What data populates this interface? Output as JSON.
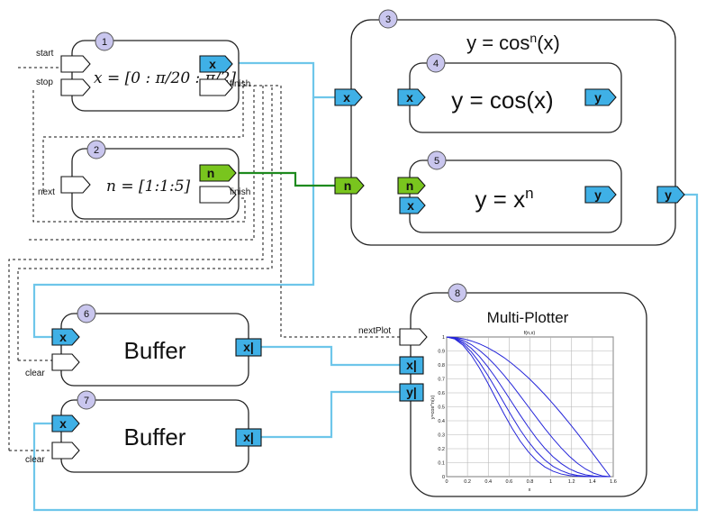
{
  "blocks": {
    "b1": {
      "number": "1",
      "eq": "x = [0 : π/20 : π/2]",
      "in1": "start",
      "in2": "stop",
      "out_port": "x",
      "out2": "finish"
    },
    "b2": {
      "number": "2",
      "eq": "n = [1:1:5]",
      "in1": "next",
      "out_port": "n",
      "out2": "finish"
    },
    "b3": {
      "number": "3",
      "title": "y = cos",
      "title_sup": "n",
      "title_tail": "(x)",
      "in_x": "x",
      "in_n": "n",
      "out_y": "y"
    },
    "b4": {
      "number": "4",
      "title": "y = cos(x)",
      "in_x": "x",
      "out_y": "y"
    },
    "b5": {
      "number": "5",
      "title": "y = x",
      "title_sup": "n",
      "in_n": "n",
      "in_x": "x",
      "out_y": "y"
    },
    "b6": {
      "number": "6",
      "title": "Buffer",
      "in_x": "x",
      "in_clear": "clear",
      "out": "x|"
    },
    "b7": {
      "number": "7",
      "title": "Buffer",
      "in_x": "x",
      "in_clear": "clear",
      "out": "x|"
    },
    "b8": {
      "number": "8",
      "title": "Multi-Plotter",
      "in_next": "nextPlot",
      "in_x": "x|",
      "in_y": "y|"
    }
  },
  "chart_data": {
    "type": "line",
    "title": "f(n,x)",
    "xlabel": "x",
    "ylabel": "y=cos^n(x)",
    "xlim": [
      0,
      1.6
    ],
    "ylim": [
      0,
      1
    ],
    "x_ticks": [
      "0",
      "0.2",
      "0.4",
      "0.6",
      "0.8",
      "1",
      "1.2",
      "1.4",
      "1.6"
    ],
    "y_ticks": [
      "0",
      "0.1",
      "0.2",
      "0.3",
      "0.4",
      "0.5",
      "0.6",
      "0.7",
      "0.8",
      "0.9",
      "1"
    ],
    "grid": true,
    "x": [
      0,
      0.0785,
      0.1571,
      0.2356,
      0.3142,
      0.3927,
      0.4712,
      0.5498,
      0.6283,
      0.7069,
      0.7854,
      0.8639,
      0.9425,
      1.021,
      1.0996,
      1.1781,
      1.2566,
      1.3352,
      1.4137,
      1.4923,
      1.5708
    ],
    "series": [
      {
        "values": [
          1,
          0.997,
          0.988,
          0.972,
          0.951,
          0.924,
          0.891,
          0.853,
          0.809,
          0.76,
          0.707,
          0.649,
          0.588,
          0.522,
          0.454,
          0.383,
          0.309,
          0.233,
          0.156,
          0.078,
          0
        ]
      },
      {
        "values": [
          1,
          0.994,
          0.976,
          0.946,
          0.905,
          0.854,
          0.794,
          0.727,
          0.655,
          0.578,
          0.5,
          0.422,
          0.345,
          0.273,
          0.206,
          0.146,
          0.095,
          0.054,
          0.024,
          0.006,
          0
        ]
      },
      {
        "values": [
          1,
          0.991,
          0.964,
          0.92,
          0.861,
          0.789,
          0.708,
          0.62,
          0.53,
          0.44,
          0.354,
          0.274,
          0.203,
          0.143,
          0.094,
          0.056,
          0.03,
          0.013,
          0.004,
          0.0005,
          0
        ]
      },
      {
        "values": [
          1,
          0.988,
          0.953,
          0.895,
          0.819,
          0.729,
          0.631,
          0.529,
          0.429,
          0.334,
          0.25,
          0.178,
          0.119,
          0.074,
          0.043,
          0.021,
          0.009,
          0.003,
          0.0006,
          0,
          0
        ]
      },
      {
        "values": [
          1,
          0.985,
          0.941,
          0.87,
          0.779,
          0.674,
          0.562,
          0.451,
          0.347,
          0.254,
          0.177,
          0.115,
          0.07,
          0.039,
          0.019,
          0.008,
          0.003,
          0.0007,
          0.0001,
          0,
          0
        ]
      }
    ]
  }
}
